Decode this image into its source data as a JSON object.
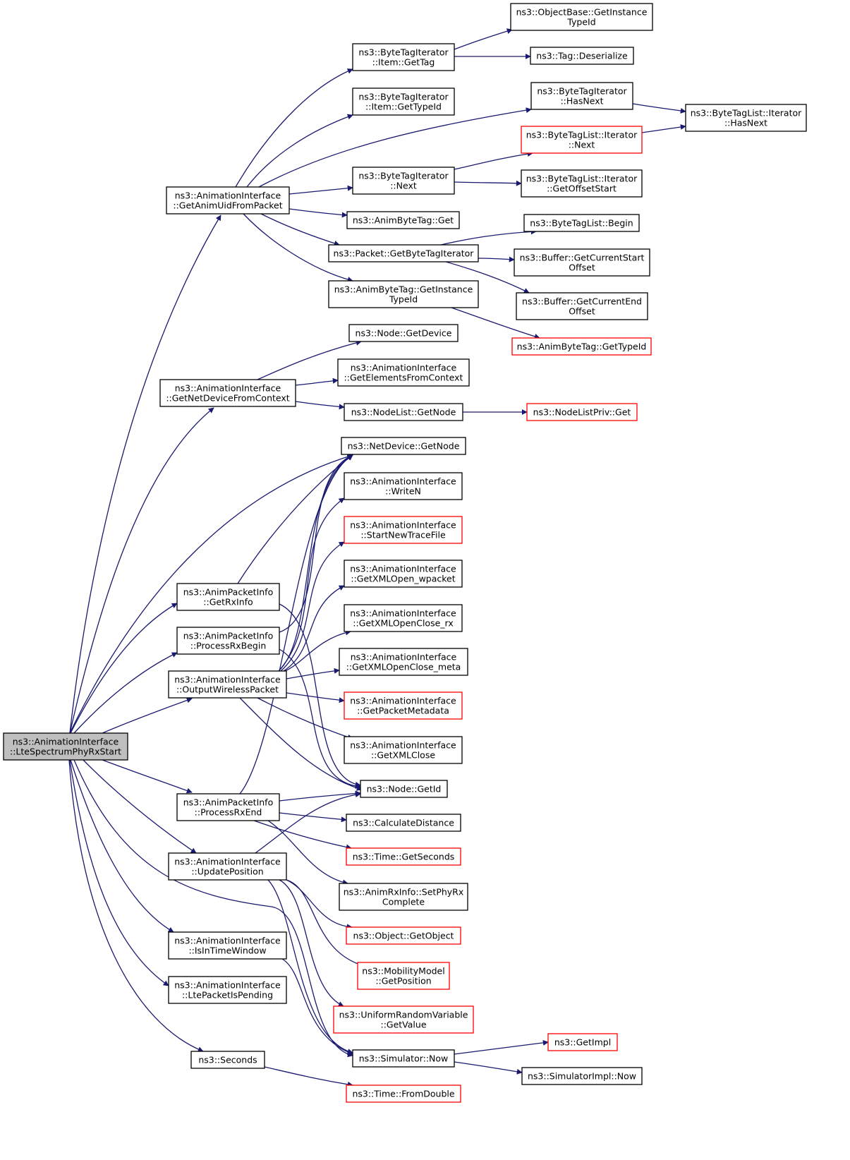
{
  "diagram": {
    "type": "call-graph",
    "colors": {
      "edge": "#191970",
      "border_normal": "#000000",
      "border_truncated": "#ff0000",
      "root_fill": "#bfbfbf",
      "background": "#ffffff"
    },
    "nodes": [
      {
        "id": "lte_rx_start",
        "lines": [
          "ns3::AnimationInterface",
          "::LteSpectrumPhyRxStart"
        ],
        "root": true
      },
      {
        "id": "get_anim_uid",
        "lines": [
          "ns3::AnimationInterface",
          "::GetAnimUidFromPacket"
        ]
      },
      {
        "id": "get_netdev_ctx",
        "lines": [
          "ns3::AnimationInterface",
          "::GetNetDeviceFromContext"
        ]
      },
      {
        "id": "get_rx_info",
        "lines": [
          "ns3::AnimPacketInfo",
          "::GetRxInfo"
        ]
      },
      {
        "id": "process_rx_begin",
        "lines": [
          "ns3::AnimPacketInfo",
          "::ProcessRxBegin"
        ]
      },
      {
        "id": "output_wireless",
        "lines": [
          "ns3::AnimationInterface",
          "::OutputWirelessPacket"
        ]
      },
      {
        "id": "process_rx_end",
        "lines": [
          "ns3::AnimPacketInfo",
          "::ProcessRxEnd"
        ]
      },
      {
        "id": "update_position",
        "lines": [
          "ns3::AnimationInterface",
          "::UpdatePosition"
        ]
      },
      {
        "id": "is_in_time_window",
        "lines": [
          "ns3::AnimationInterface",
          "::IsInTimeWindow"
        ]
      },
      {
        "id": "lte_packet_pending",
        "lines": [
          "ns3::AnimationInterface",
          "::LtePacketIsPending"
        ]
      },
      {
        "id": "seconds",
        "lines": [
          "ns3::Seconds"
        ]
      },
      {
        "id": "item_get_tag",
        "lines": [
          "ns3::ByteTagIterator",
          "::Item::GetTag"
        ]
      },
      {
        "id": "item_get_typeid",
        "lines": [
          "ns3::ByteTagIterator",
          "::Item::GetTypeId"
        ]
      },
      {
        "id": "bti_next",
        "lines": [
          "ns3::ByteTagIterator",
          "::Next"
        ]
      },
      {
        "id": "animbytetag_get",
        "lines": [
          "ns3::AnimByteTag::Get"
        ]
      },
      {
        "id": "packet_get_bti",
        "lines": [
          "ns3::Packet::GetByteTagIterator"
        ]
      },
      {
        "id": "animbytetag_instance",
        "lines": [
          "ns3::AnimByteTag::GetInstance",
          "TypeId"
        ]
      },
      {
        "id": "node_get_device",
        "lines": [
          "ns3::Node::GetDevice"
        ]
      },
      {
        "id": "get_elements_ctx",
        "lines": [
          "ns3::AnimationInterface",
          "::GetElementsFromContext"
        ]
      },
      {
        "id": "nodelist_get_node",
        "lines": [
          "ns3::NodeList::GetNode"
        ]
      },
      {
        "id": "netdevice_get_node",
        "lines": [
          "ns3::NetDevice::GetNode"
        ]
      },
      {
        "id": "write_n",
        "lines": [
          "ns3::AnimationInterface",
          "::WriteN"
        ]
      },
      {
        "id": "start_new_trace",
        "lines": [
          "ns3::AnimationInterface",
          "::StartNewTraceFile"
        ],
        "truncated": true
      },
      {
        "id": "xml_open_wpacket",
        "lines": [
          "ns3::AnimationInterface",
          "::GetXMLOpen_wpacket"
        ]
      },
      {
        "id": "xml_openclose_rx",
        "lines": [
          "ns3::AnimationInterface",
          "::GetXMLOpenClose_rx"
        ]
      },
      {
        "id": "xml_openclose_meta",
        "lines": [
          "ns3::AnimationInterface",
          "::GetXMLOpenClose_meta"
        ]
      },
      {
        "id": "get_packet_metadata",
        "lines": [
          "ns3::AnimationInterface",
          "::GetPacketMetadata"
        ],
        "truncated": true
      },
      {
        "id": "xml_close",
        "lines": [
          "ns3::AnimationInterface",
          "::GetXMLClose"
        ]
      },
      {
        "id": "node_get_id",
        "lines": [
          "ns3::Node::GetId"
        ]
      },
      {
        "id": "calc_distance",
        "lines": [
          "ns3::CalculateDistance"
        ]
      },
      {
        "id": "time_get_seconds",
        "lines": [
          "ns3::Time::GetSeconds"
        ],
        "truncated": true
      },
      {
        "id": "set_phy_rx_complete",
        "lines": [
          "ns3::AnimRxInfo::SetPhyRx",
          "Complete"
        ]
      },
      {
        "id": "object_get_object",
        "lines": [
          "ns3::Object::GetObject"
        ],
        "truncated": true
      },
      {
        "id": "mobility_get_position",
        "lines": [
          "ns3::MobilityModel",
          "::GetPosition"
        ],
        "truncated": true
      },
      {
        "id": "uniform_get_value",
        "lines": [
          "ns3::UniformRandomVariable",
          "::GetValue"
        ],
        "truncated": true
      },
      {
        "id": "simulator_now",
        "lines": [
          "ns3::Simulator::Now"
        ]
      },
      {
        "id": "time_from_double",
        "lines": [
          "ns3::Time::FromDouble"
        ],
        "truncated": true
      },
      {
        "id": "objectbase_instance",
        "lines": [
          "ns3::ObjectBase::GetInstance",
          "TypeId"
        ]
      },
      {
        "id": "tag_deserialize",
        "lines": [
          "ns3::Tag::Deserialize"
        ]
      },
      {
        "id": "bti_has_next",
        "lines": [
          "ns3::ByteTagIterator",
          "::HasNext"
        ]
      },
      {
        "id": "btl_iter_has_next",
        "lines": [
          "ns3::ByteTagList::Iterator",
          "::HasNext"
        ]
      },
      {
        "id": "btl_iter_next",
        "lines": [
          "ns3::ByteTagList::Iterator",
          "::Next"
        ],
        "truncated": true
      },
      {
        "id": "btl_iter_offset",
        "lines": [
          "ns3::ByteTagList::Iterator",
          "::GetOffsetStart"
        ]
      },
      {
        "id": "btl_begin",
        "lines": [
          "ns3::ByteTagList::Begin"
        ]
      },
      {
        "id": "buffer_cur_start",
        "lines": [
          "ns3::Buffer::GetCurrentStart",
          "Offset"
        ]
      },
      {
        "id": "buffer_cur_end",
        "lines": [
          "ns3::Buffer::GetCurrentEnd",
          "Offset"
        ]
      },
      {
        "id": "animbytetag_typeid",
        "lines": [
          "ns3::AnimByteTag::GetTypeId"
        ],
        "truncated": true
      },
      {
        "id": "nodelistpriv_get",
        "lines": [
          "ns3::NodeListPriv::Get"
        ],
        "truncated": true
      },
      {
        "id": "get_impl",
        "lines": [
          "ns3::GetImpl"
        ],
        "truncated": true
      },
      {
        "id": "simimpl_now",
        "lines": [
          "ns3::SimulatorImpl::Now"
        ]
      }
    ],
    "edges": [
      [
        "lte_rx_start",
        "get_anim_uid"
      ],
      [
        "lte_rx_start",
        "get_netdev_ctx"
      ],
      [
        "lte_rx_start",
        "netdevice_get_node"
      ],
      [
        "lte_rx_start",
        "get_rx_info"
      ],
      [
        "lte_rx_start",
        "process_rx_begin"
      ],
      [
        "lte_rx_start",
        "output_wireless"
      ],
      [
        "lte_rx_start",
        "process_rx_end"
      ],
      [
        "lte_rx_start",
        "update_position"
      ],
      [
        "lte_rx_start",
        "is_in_time_window"
      ],
      [
        "lte_rx_start",
        "lte_packet_pending"
      ],
      [
        "lte_rx_start",
        "seconds"
      ],
      [
        "lte_rx_start",
        "simulator_now"
      ],
      [
        "get_anim_uid",
        "item_get_tag"
      ],
      [
        "get_anim_uid",
        "item_get_typeid"
      ],
      [
        "get_anim_uid",
        "bti_has_next"
      ],
      [
        "get_anim_uid",
        "bti_next"
      ],
      [
        "get_anim_uid",
        "animbytetag_get"
      ],
      [
        "get_anim_uid",
        "packet_get_bti"
      ],
      [
        "get_anim_uid",
        "animbytetag_instance"
      ],
      [
        "item_get_tag",
        "objectbase_instance"
      ],
      [
        "item_get_tag",
        "tag_deserialize"
      ],
      [
        "bti_has_next",
        "btl_iter_has_next"
      ],
      [
        "bti_next",
        "btl_iter_next"
      ],
      [
        "bti_next",
        "btl_iter_offset"
      ],
      [
        "btl_iter_next",
        "btl_iter_has_next"
      ],
      [
        "packet_get_bti",
        "btl_begin"
      ],
      [
        "packet_get_bti",
        "buffer_cur_start"
      ],
      [
        "packet_get_bti",
        "buffer_cur_end"
      ],
      [
        "animbytetag_instance",
        "animbytetag_typeid"
      ],
      [
        "get_netdev_ctx",
        "node_get_device"
      ],
      [
        "get_netdev_ctx",
        "get_elements_ctx"
      ],
      [
        "get_netdev_ctx",
        "nodelist_get_node"
      ],
      [
        "nodelist_get_node",
        "nodelistpriv_get"
      ],
      [
        "get_rx_info",
        "netdevice_get_node"
      ],
      [
        "get_rx_info",
        "node_get_id"
      ],
      [
        "process_rx_begin",
        "netdevice_get_node"
      ],
      [
        "process_rx_begin",
        "node_get_id"
      ],
      [
        "output_wireless",
        "netdevice_get_node"
      ],
      [
        "output_wireless",
        "write_n"
      ],
      [
        "output_wireless",
        "start_new_trace"
      ],
      [
        "output_wireless",
        "xml_open_wpacket"
      ],
      [
        "output_wireless",
        "xml_openclose_rx"
      ],
      [
        "output_wireless",
        "xml_openclose_meta"
      ],
      [
        "output_wireless",
        "get_packet_metadata"
      ],
      [
        "output_wireless",
        "xml_close"
      ],
      [
        "output_wireless",
        "node_get_id"
      ],
      [
        "process_rx_end",
        "netdevice_get_node"
      ],
      [
        "process_rx_end",
        "node_get_id"
      ],
      [
        "process_rx_end",
        "calc_distance"
      ],
      [
        "process_rx_end",
        "time_get_seconds"
      ],
      [
        "process_rx_end",
        "set_phy_rx_complete"
      ],
      [
        "update_position",
        "node_get_id"
      ],
      [
        "update_position",
        "object_get_object"
      ],
      [
        "update_position",
        "mobility_get_position"
      ],
      [
        "update_position",
        "uniform_get_value"
      ],
      [
        "update_position",
        "simulator_now"
      ],
      [
        "is_in_time_window",
        "simulator_now"
      ],
      [
        "seconds",
        "time_from_double"
      ],
      [
        "simulator_now",
        "get_impl"
      ],
      [
        "simulator_now",
        "simimpl_now"
      ]
    ]
  }
}
